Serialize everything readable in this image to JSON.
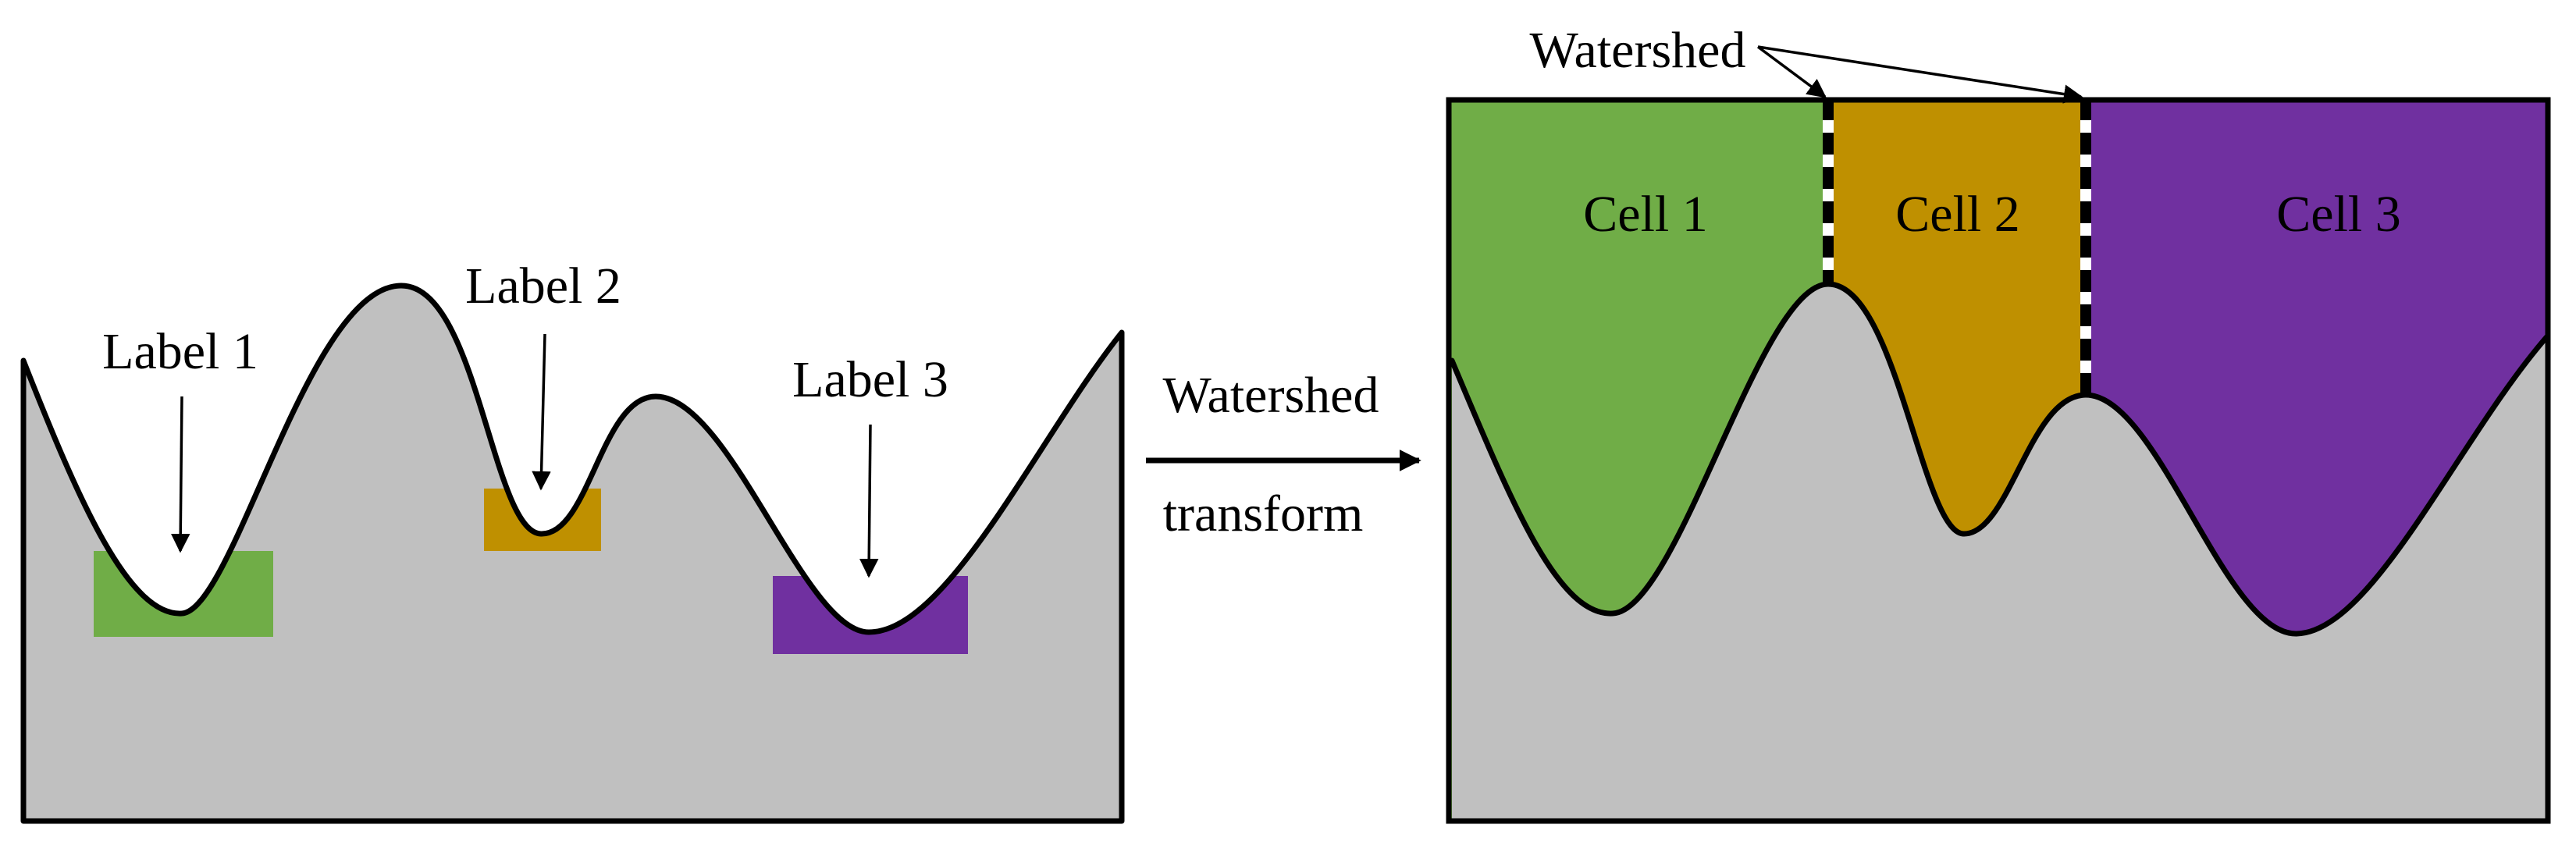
{
  "left_panel": {
    "labels": [
      "Label 1",
      "Label 2",
      "Label 3"
    ]
  },
  "transform_arrow": {
    "line1": "Watershed",
    "line2": "transform"
  },
  "right_panel": {
    "watershed_label": "Watershed",
    "cells": [
      "Cell 1",
      "Cell 2",
      "Cell 3"
    ]
  },
  "colors": {
    "terrain": "#c0c0c0",
    "region_1": "#70ad47",
    "region_2": "#bf9000",
    "region_3": "#7030a0",
    "outline": "#000000"
  }
}
